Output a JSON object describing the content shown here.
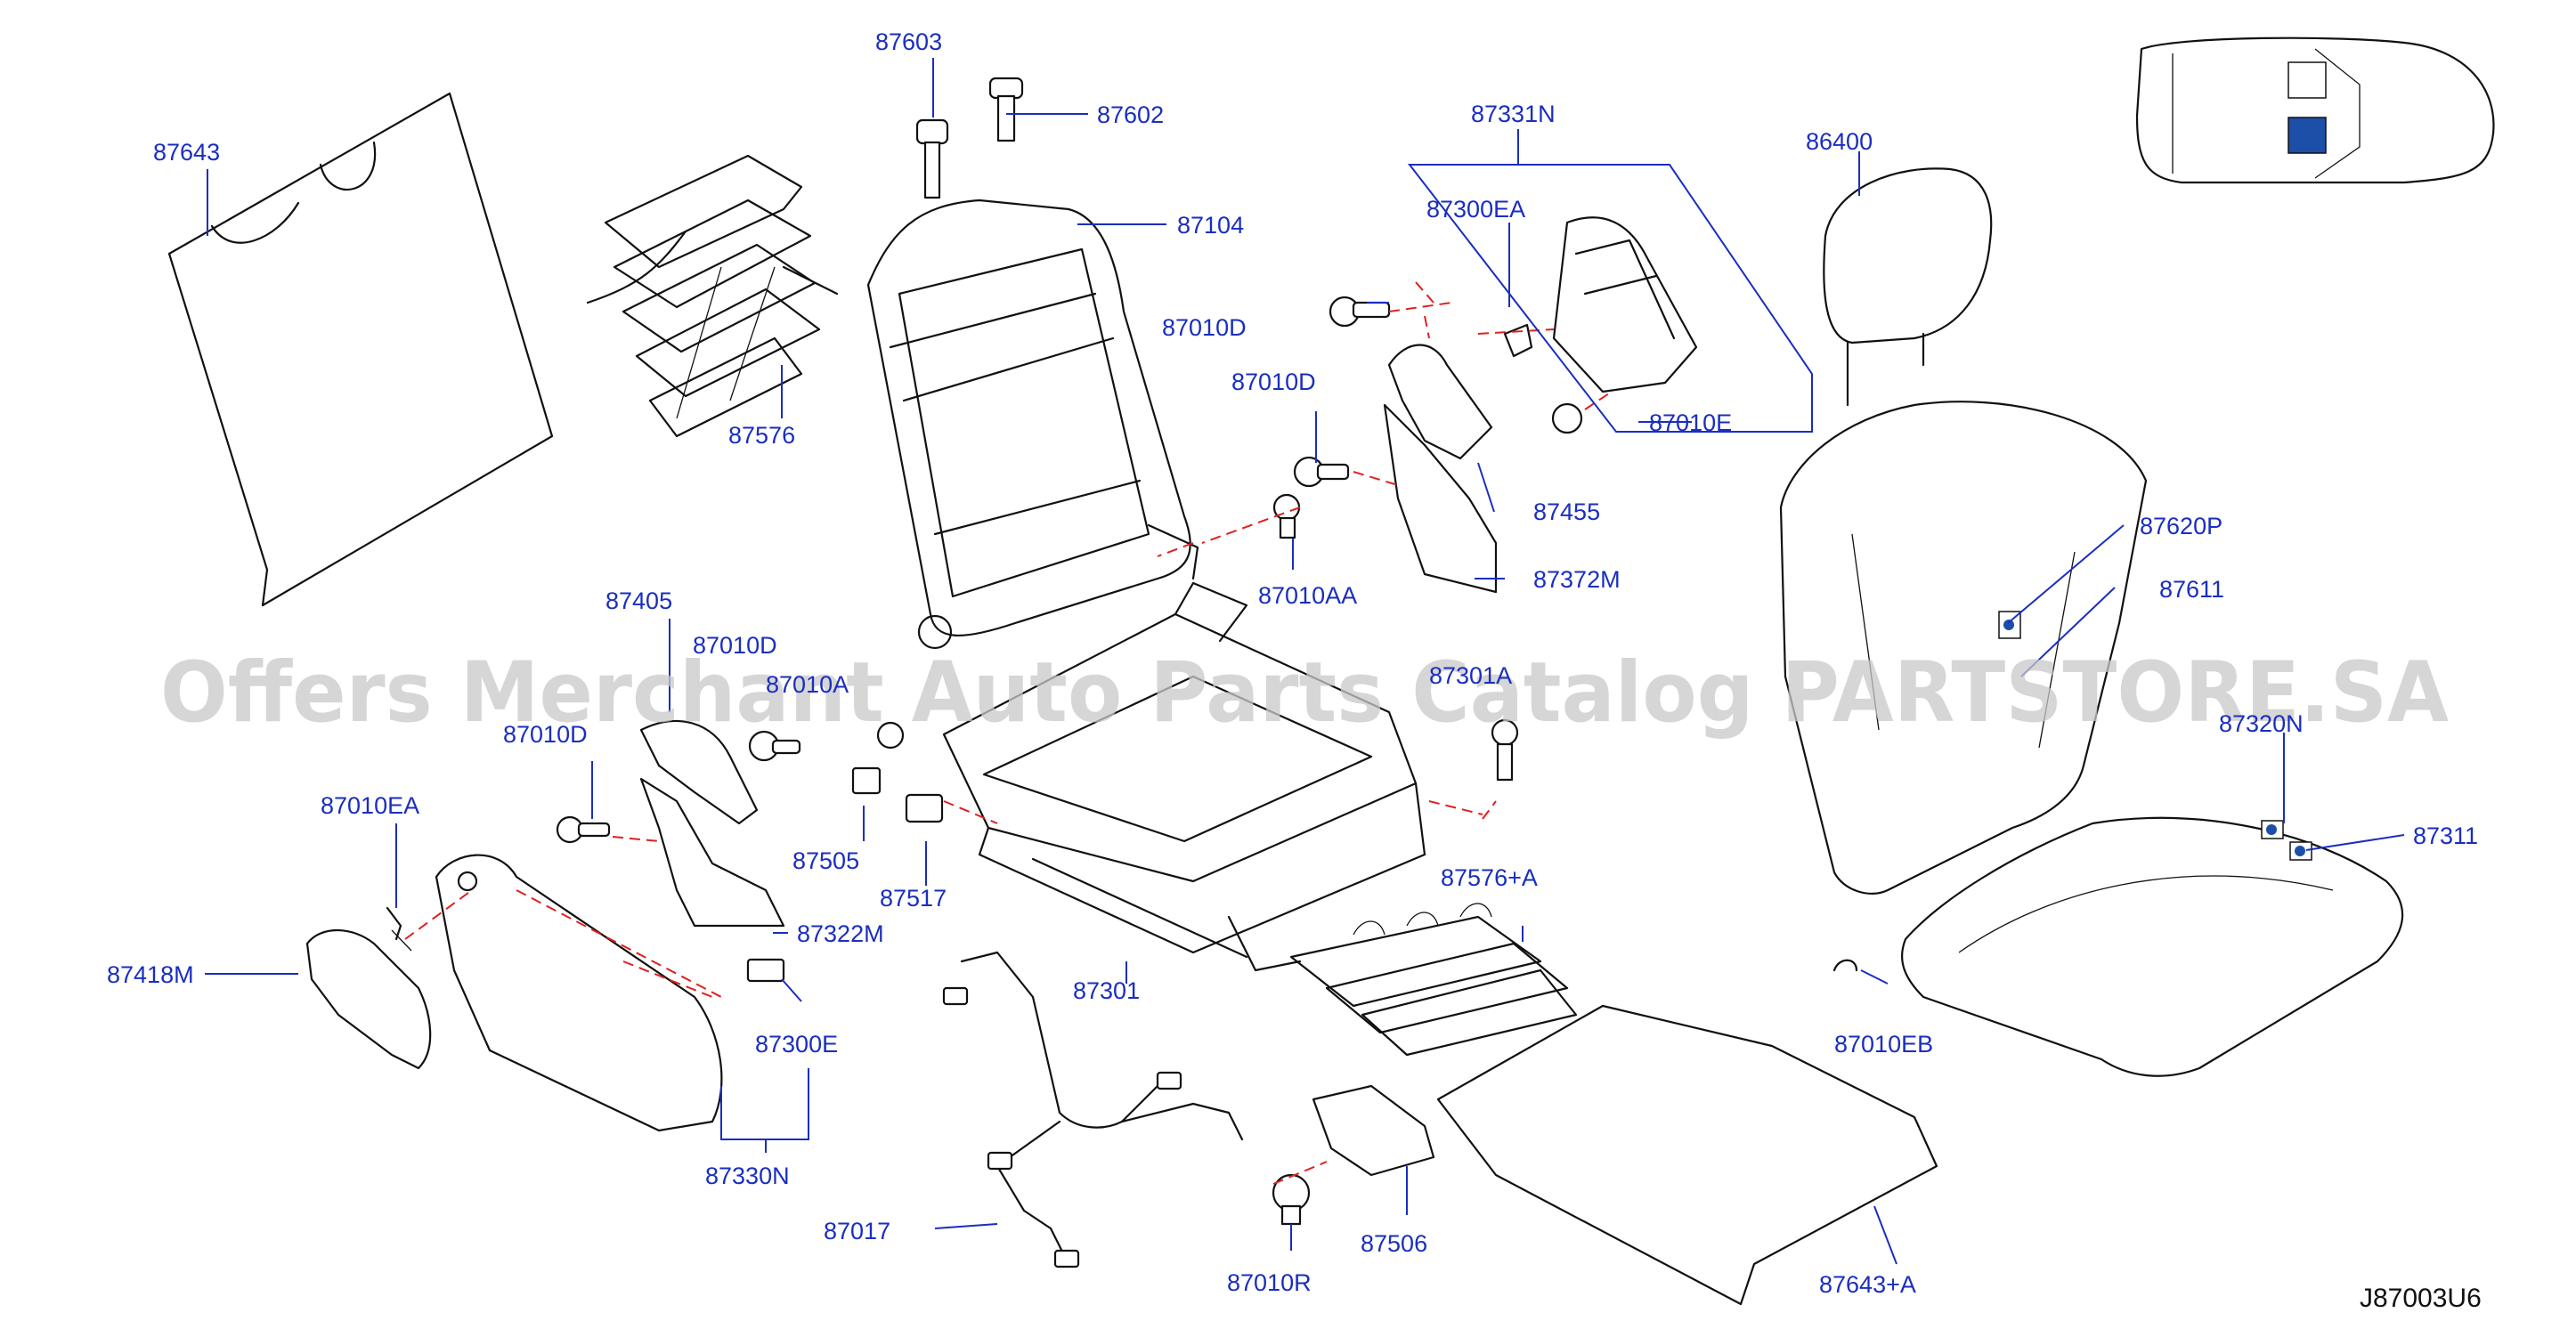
{
  "watermark": "Offers Merchant Auto Parts Catalog PARTSTORE.SA",
  "diagram_ref": "J87003U6",
  "parts": {
    "p87603": "87603",
    "p87602": "87602",
    "p87643": "87643",
    "p87104": "87104",
    "p87331N": "87331N",
    "p86400": "86400",
    "p87300EA": "87300EA",
    "p87010D_a": "87010D",
    "p87010D_b": "87010D",
    "p87010D_c": "87010D",
    "p87010D_d": "87010D",
    "p87576": "87576",
    "p87010E": "87010E",
    "p87455": "87455",
    "p87010AA": "87010AA",
    "p87372M": "87372M",
    "p87620P": "87620P",
    "p87611": "87611",
    "p87405": "87405",
    "p87010A": "87010A",
    "p87301A": "87301A",
    "p87320N": "87320N",
    "p87010EA": "87010EA",
    "p87311": "87311",
    "p87505": "87505",
    "p87517": "87517",
    "p87576A": "87576+A",
    "p87418M": "87418M",
    "p87322M": "87322M",
    "p87301": "87301",
    "p87300E": "87300E",
    "p87010EB": "87010EB",
    "p87330N": "87330N",
    "p87017": "87017",
    "p87506": "87506",
    "p87010R": "87010R",
    "p87643A": "87643+A"
  },
  "colors": {
    "callout": "#1a2ec0",
    "dashed_guide": "#e0201c",
    "line_art": "#111111",
    "watermark": "#c9c9c9",
    "locator_highlight": "#1c4fa8"
  }
}
